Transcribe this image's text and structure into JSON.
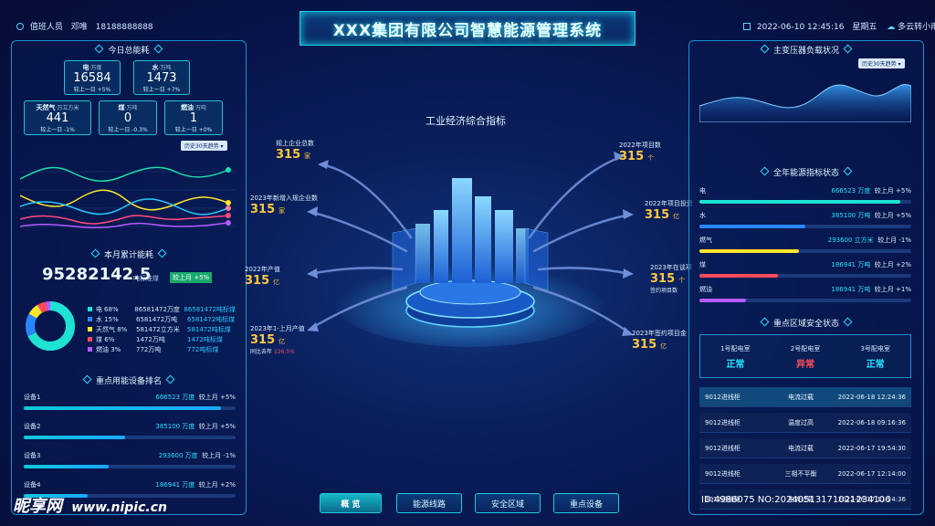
{
  "header": {
    "duty_label": "值班人员",
    "duty_name": "邓唯",
    "duty_phone": "18188888888",
    "title": "XXX集团有限公司智慧能源管理系统",
    "datetime": "2022-06-10 12:45:16",
    "weekday": "星期五",
    "weather": "多云转小雨"
  },
  "left": {
    "today_title": "今日总能耗",
    "cards": [
      {
        "name": "电",
        "unit": "·万度",
        "value": "16584",
        "sub": "较上一日 +5%"
      },
      {
        "name": "水",
        "unit": "·万吨",
        "value": "1473",
        "sub": "较上一日 +7%"
      },
      {
        "name": "天然气",
        "unit": "·万立方米",
        "value": "441",
        "sub": "较上一日 -1%"
      },
      {
        "name": "煤",
        "unit": "·万吨",
        "value": "0",
        "sub": "较上一日 -0.3%"
      },
      {
        "name": "燃油",
        "unit": "·万吨",
        "value": "1",
        "sub": "较上一日 +0%"
      }
    ],
    "history_select": "历史30天趋势",
    "month_title": "本月累计能耗",
    "month_value": "95282142.5",
    "month_unit": "吨标准煤",
    "month_compare": "较上月 +5%",
    "breakdown": [
      {
        "label": "电 68%",
        "raw": "86581472万度",
        "std": "86581472吨标煤",
        "color": "#1ee3d3"
      },
      {
        "label": "水 15%",
        "raw": "6581472万吨",
        "std": "6581472吨标煤",
        "color": "#2a86ff"
      },
      {
        "label": "天然气 8%",
        "raw": "581472立方米",
        "std": "581472吨标煤",
        "color": "#ffe52a"
      },
      {
        "label": "煤 6%",
        "raw": "1472万吨",
        "std": "1472吨标煤",
        "color": "#ff4a5a"
      },
      {
        "label": "燃油 3%",
        "raw": "772万吨",
        "std": "772吨标煤",
        "color": "#b45bff"
      }
    ],
    "rank_title": "重点用能设备排名",
    "rank": [
      {
        "name": "设备1",
        "value": "666523 万度",
        "cmp": "较上月 +5%",
        "pct": 0.93
      },
      {
        "name": "设备2",
        "value": "385100 万度",
        "cmp": "较上月 +5%",
        "pct": 0.48
      },
      {
        "name": "设备3",
        "value": "293600 万度",
        "cmp": "较上月 -1%",
        "pct": 0.4
      },
      {
        "name": "设备4",
        "value": "186941 万度",
        "cmp": "较上月 +2%",
        "pct": 0.3
      }
    ]
  },
  "center": {
    "title": "工业经济综合指标",
    "kpis_left": [
      {
        "label": "规上企业总数",
        "value": "315",
        "unit": "家"
      },
      {
        "label": "2023年新增入规企业数",
        "value": "315",
        "unit": "家"
      },
      {
        "label": "2022年产值",
        "value": "315",
        "unit": "亿"
      },
      {
        "label": "2023年1-上月产值",
        "value": "315",
        "unit": "亿",
        "note_label": "同比去年",
        "note_value": "126.5%"
      }
    ],
    "kpis_right": [
      {
        "label": "2022年项目数",
        "value": "315",
        "unit": "个"
      },
      {
        "label": "2022年项目投资",
        "value": "315",
        "unit": "亿"
      },
      {
        "label": "2023年在谈项",
        "value": "315",
        "unit": "个",
        "note_label": "签约项目数"
      },
      {
        "label": "2023年签约项目金",
        "value": "315",
        "unit": "亿"
      }
    ]
  },
  "right": {
    "load_title": "主变压器负载状况",
    "history_select": "历史30天趋势",
    "energy_status_title": "全年能源指标状态",
    "indicators": [
      {
        "name": "电",
        "value": "666523 万度",
        "cmp": "较上月 +5%",
        "pct": 0.95,
        "color": "#1ee3d3"
      },
      {
        "name": "水",
        "value": "385100 万吨",
        "cmp": "较上月 +5%",
        "pct": 0.5,
        "color": "#2a86ff"
      },
      {
        "name": "燃气",
        "value": "293600 立方米",
        "cmp": "较上月 -1%",
        "pct": 0.47,
        "color": "#ffe52a"
      },
      {
        "name": "煤",
        "value": "186941 万吨",
        "cmp": "较上月 +2%",
        "pct": 0.37,
        "color": "#ff4a5a"
      },
      {
        "name": "燃油",
        "value": "186941 万吨",
        "cmp": "较上月 +1%",
        "pct": 0.22,
        "color": "#b45bff"
      }
    ],
    "safety_title": "重点区域安全状态",
    "rooms": [
      {
        "name": "1号配电室",
        "status": "正常",
        "color": "#29e0ff"
      },
      {
        "name": "2号配电室",
        "status": "异常",
        "color": "#ff4a5a"
      },
      {
        "name": "3号配电室",
        "status": "正常",
        "color": "#29e0ff"
      }
    ],
    "alarms": [
      {
        "device": "9012进线柜",
        "type": "电流过载",
        "time": "2022-06-18 12:24:36"
      },
      {
        "device": "9012进线柜",
        "type": "温度过高",
        "time": "2022-06-18 09:16:36"
      },
      {
        "device": "9012进线柜",
        "type": "电流过载",
        "time": "2022-06-17 19:54:30"
      },
      {
        "device": "9012进线柜",
        "type": "三相不平衡",
        "time": "2022-06-17 12:14:00"
      },
      {
        "device": "9012进线柜",
        "type": "电流过载",
        "time": "2022-06-17 11:24:36"
      }
    ]
  },
  "nav": [
    "概 览",
    "能源线路",
    "安全区域",
    "重点设备"
  ],
  "watermark": {
    "logo": "昵享网",
    "url": "www.nipic.cn",
    "id": "ID:4986075 NO:20240513171021234106"
  },
  "colors": {
    "accent": "#1fd3e6",
    "warn": "#ff4a5a",
    "kpi": "#ffc83d"
  }
}
